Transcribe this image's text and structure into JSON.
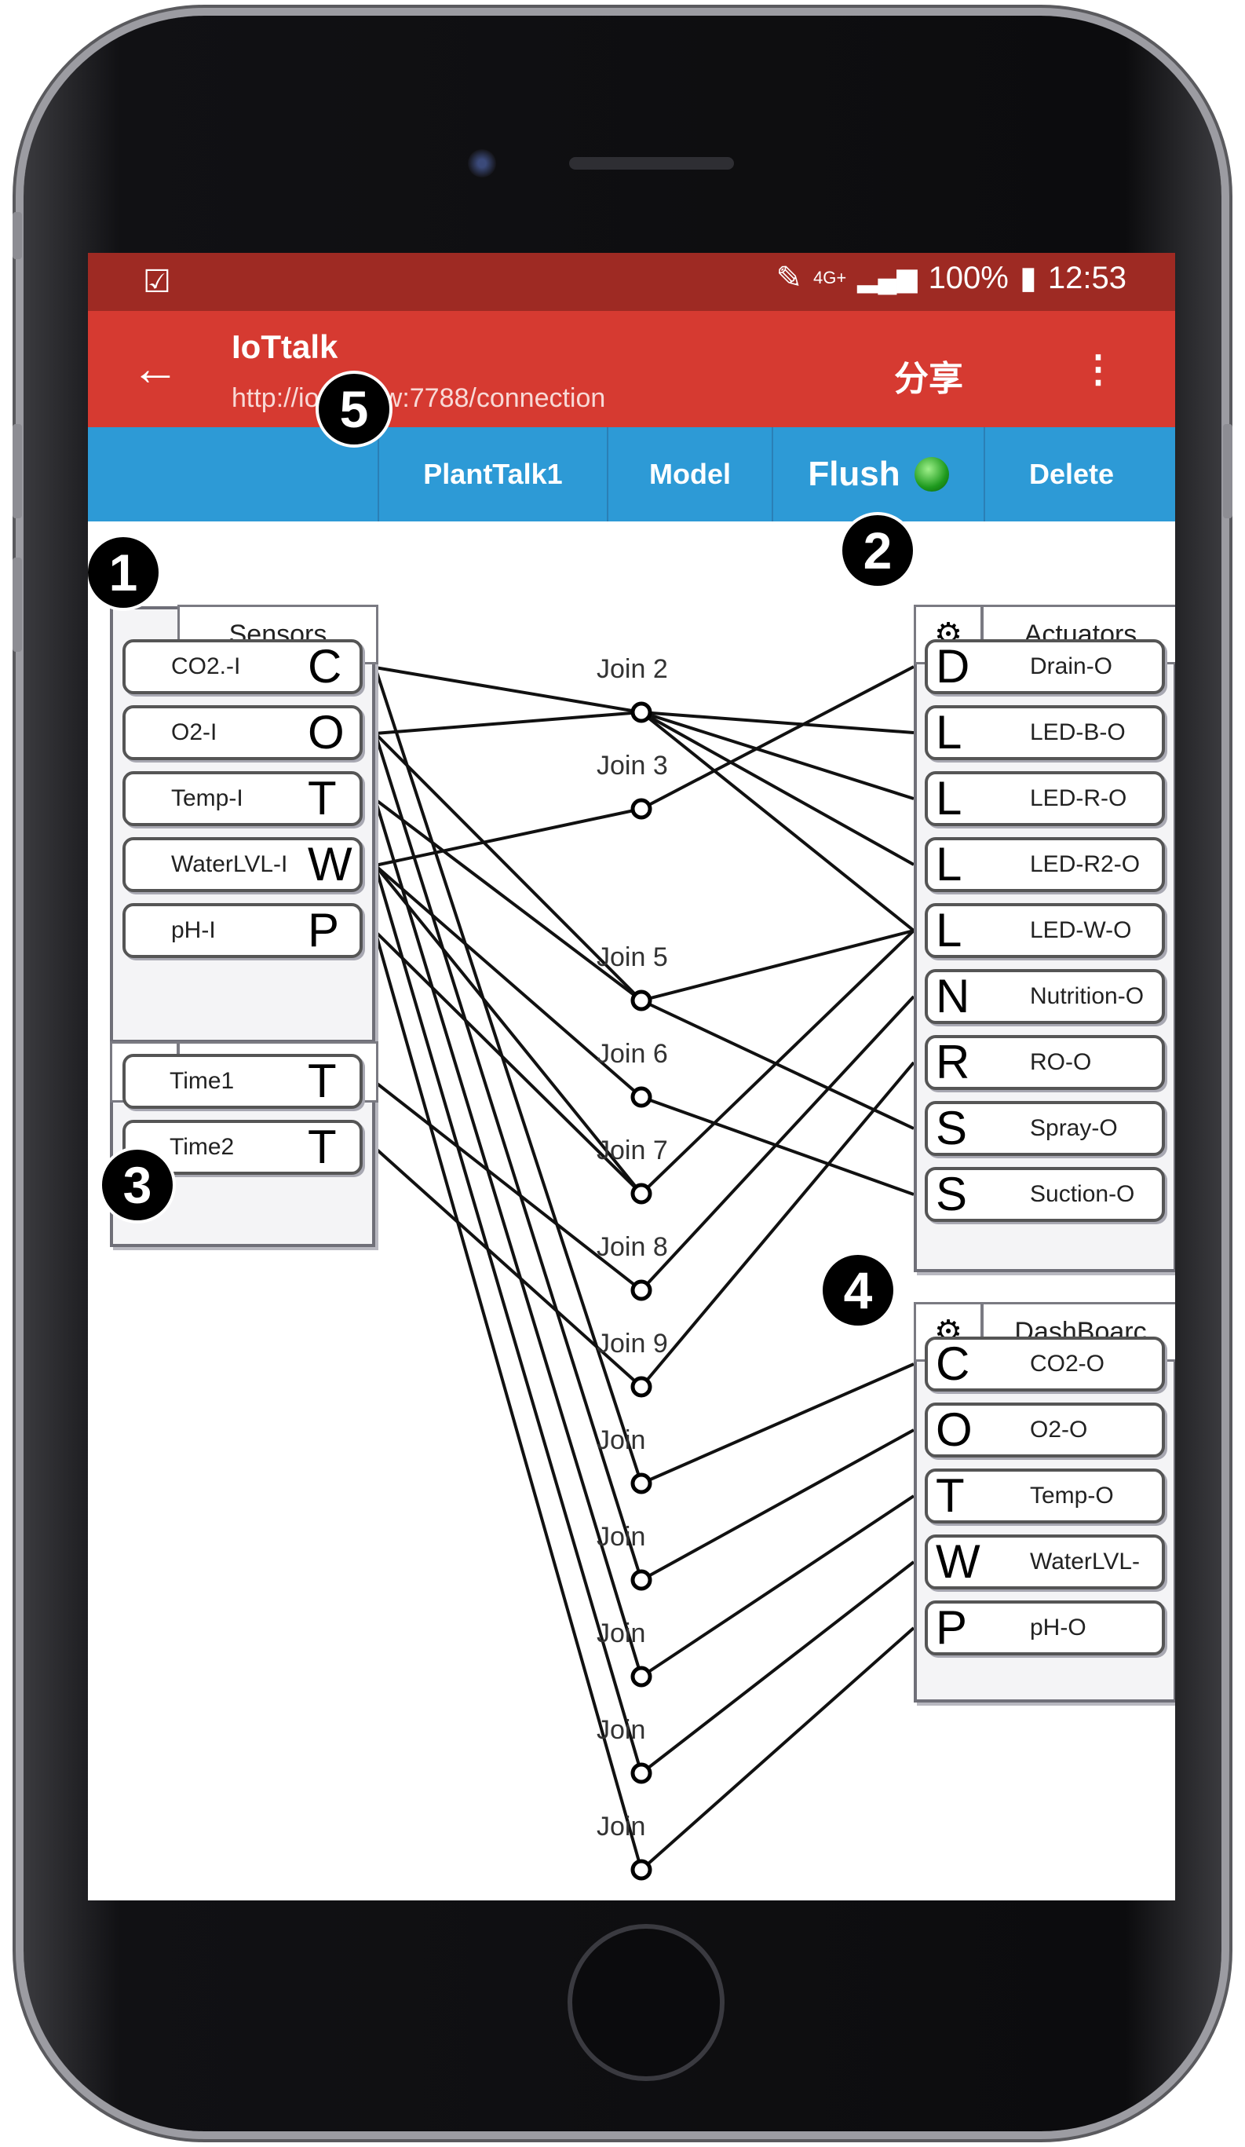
{
  "status_bar": {
    "icons": [
      "checkbox-icon",
      "pen-icon",
      "4g-icon",
      "signal-icon",
      "battery-icon"
    ],
    "network": "4G+",
    "battery": "100%",
    "time": "12:53"
  },
  "app_bar": {
    "title": "IoTtalk",
    "url": "http://iottalk.tw:7788/connection",
    "share_label": "分享",
    "more_label": "⋮"
  },
  "toolbar": {
    "project": "PlantTalk1",
    "model": "Model",
    "flush": "Flush",
    "delete": "Delete"
  },
  "panels": {
    "sensors": {
      "title": "Sensors",
      "features": [
        {
          "label": "CO2.-I",
          "letter": "C"
        },
        {
          "label": "O2-I",
          "letter": "O"
        },
        {
          "label": "Temp-I",
          "letter": "T"
        },
        {
          "label": "WaterLVL-I",
          "letter": "W"
        },
        {
          "label": "pH-I",
          "letter": "P"
        }
      ]
    },
    "timer": {
      "title": "Timer",
      "features": [
        {
          "label": "Time1",
          "letter": "T"
        },
        {
          "label": "Time2",
          "letter": "T"
        }
      ]
    },
    "actuators": {
      "title": "Actuators",
      "features": [
        {
          "label": "Drain-O",
          "letter": "D"
        },
        {
          "label": "LED-B-O",
          "letter": "L"
        },
        {
          "label": "LED-R-O",
          "letter": "L"
        },
        {
          "label": "LED-R2-O",
          "letter": "L"
        },
        {
          "label": "LED-W-O",
          "letter": "L"
        },
        {
          "label": "Nutrition-O",
          "letter": "N"
        },
        {
          "label": "RO-O",
          "letter": "R"
        },
        {
          "label": "Spray-O",
          "letter": "S"
        },
        {
          "label": "Suction-O",
          "letter": "S"
        }
      ]
    },
    "dashboard": {
      "title": "DashBoarc",
      "features": [
        {
          "label": "CO2-O",
          "letter": "C"
        },
        {
          "label": "O2-O",
          "letter": "O"
        },
        {
          "label": "Temp-O",
          "letter": "T"
        },
        {
          "label": "WaterLVL-",
          "letter": "W"
        },
        {
          "label": "pH-O",
          "letter": "P"
        }
      ]
    }
  },
  "joins": [
    "Join 2",
    "Join 3",
    "Join 5",
    "Join 6",
    "Join 7",
    "Join 8",
    "Join 9",
    "Join",
    "Join",
    "Join",
    "Join",
    "Join"
  ],
  "badges": [
    "1",
    "2",
    "3",
    "4",
    "5"
  ]
}
